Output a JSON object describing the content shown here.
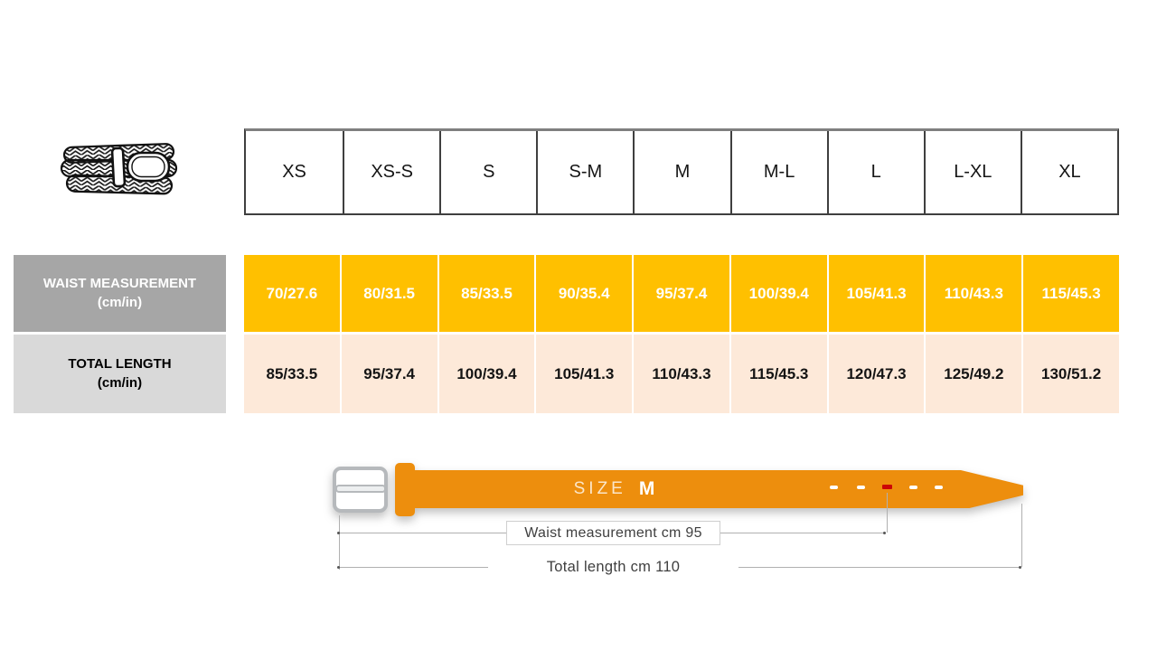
{
  "size_chart": {
    "sizes": [
      "XS",
      "XS-S",
      "S",
      "S-M",
      "M",
      "M-L",
      "L",
      "L-XL",
      "XL"
    ],
    "waist_row": {
      "label_line1": "WAIST MEASUREMENT",
      "label_line2": "(cm/in)",
      "values": [
        "70/27.6",
        "80/31.5",
        "85/33.5",
        "90/35.4",
        "95/37.4",
        "100/39.4",
        "105/41.3",
        "110/43.3",
        "115/45.3"
      ]
    },
    "length_row": {
      "label_line1": "TOTAL LENGTH",
      "label_line2": "(cm/in)",
      "values": [
        "85/33.5",
        "95/37.4",
        "100/39.4",
        "105/41.3",
        "110/43.3",
        "115/45.3",
        "120/47.3",
        "125/49.2",
        "130/51.2"
      ]
    }
  },
  "belt_diagram": {
    "size_label": "SIZE",
    "size_value": "M",
    "waist_annotation": "Waist measurement cm 95",
    "length_annotation": "Total length cm 110"
  },
  "colors": {
    "waist_cell_bg": "#FFC000",
    "length_cell_bg": "#FDE9D9",
    "waist_label_bg": "#A6A6A6",
    "length_label_bg": "#D9D9D9",
    "belt_orange": "#ED8E0D",
    "selected_hole_red": "#CC0606"
  }
}
